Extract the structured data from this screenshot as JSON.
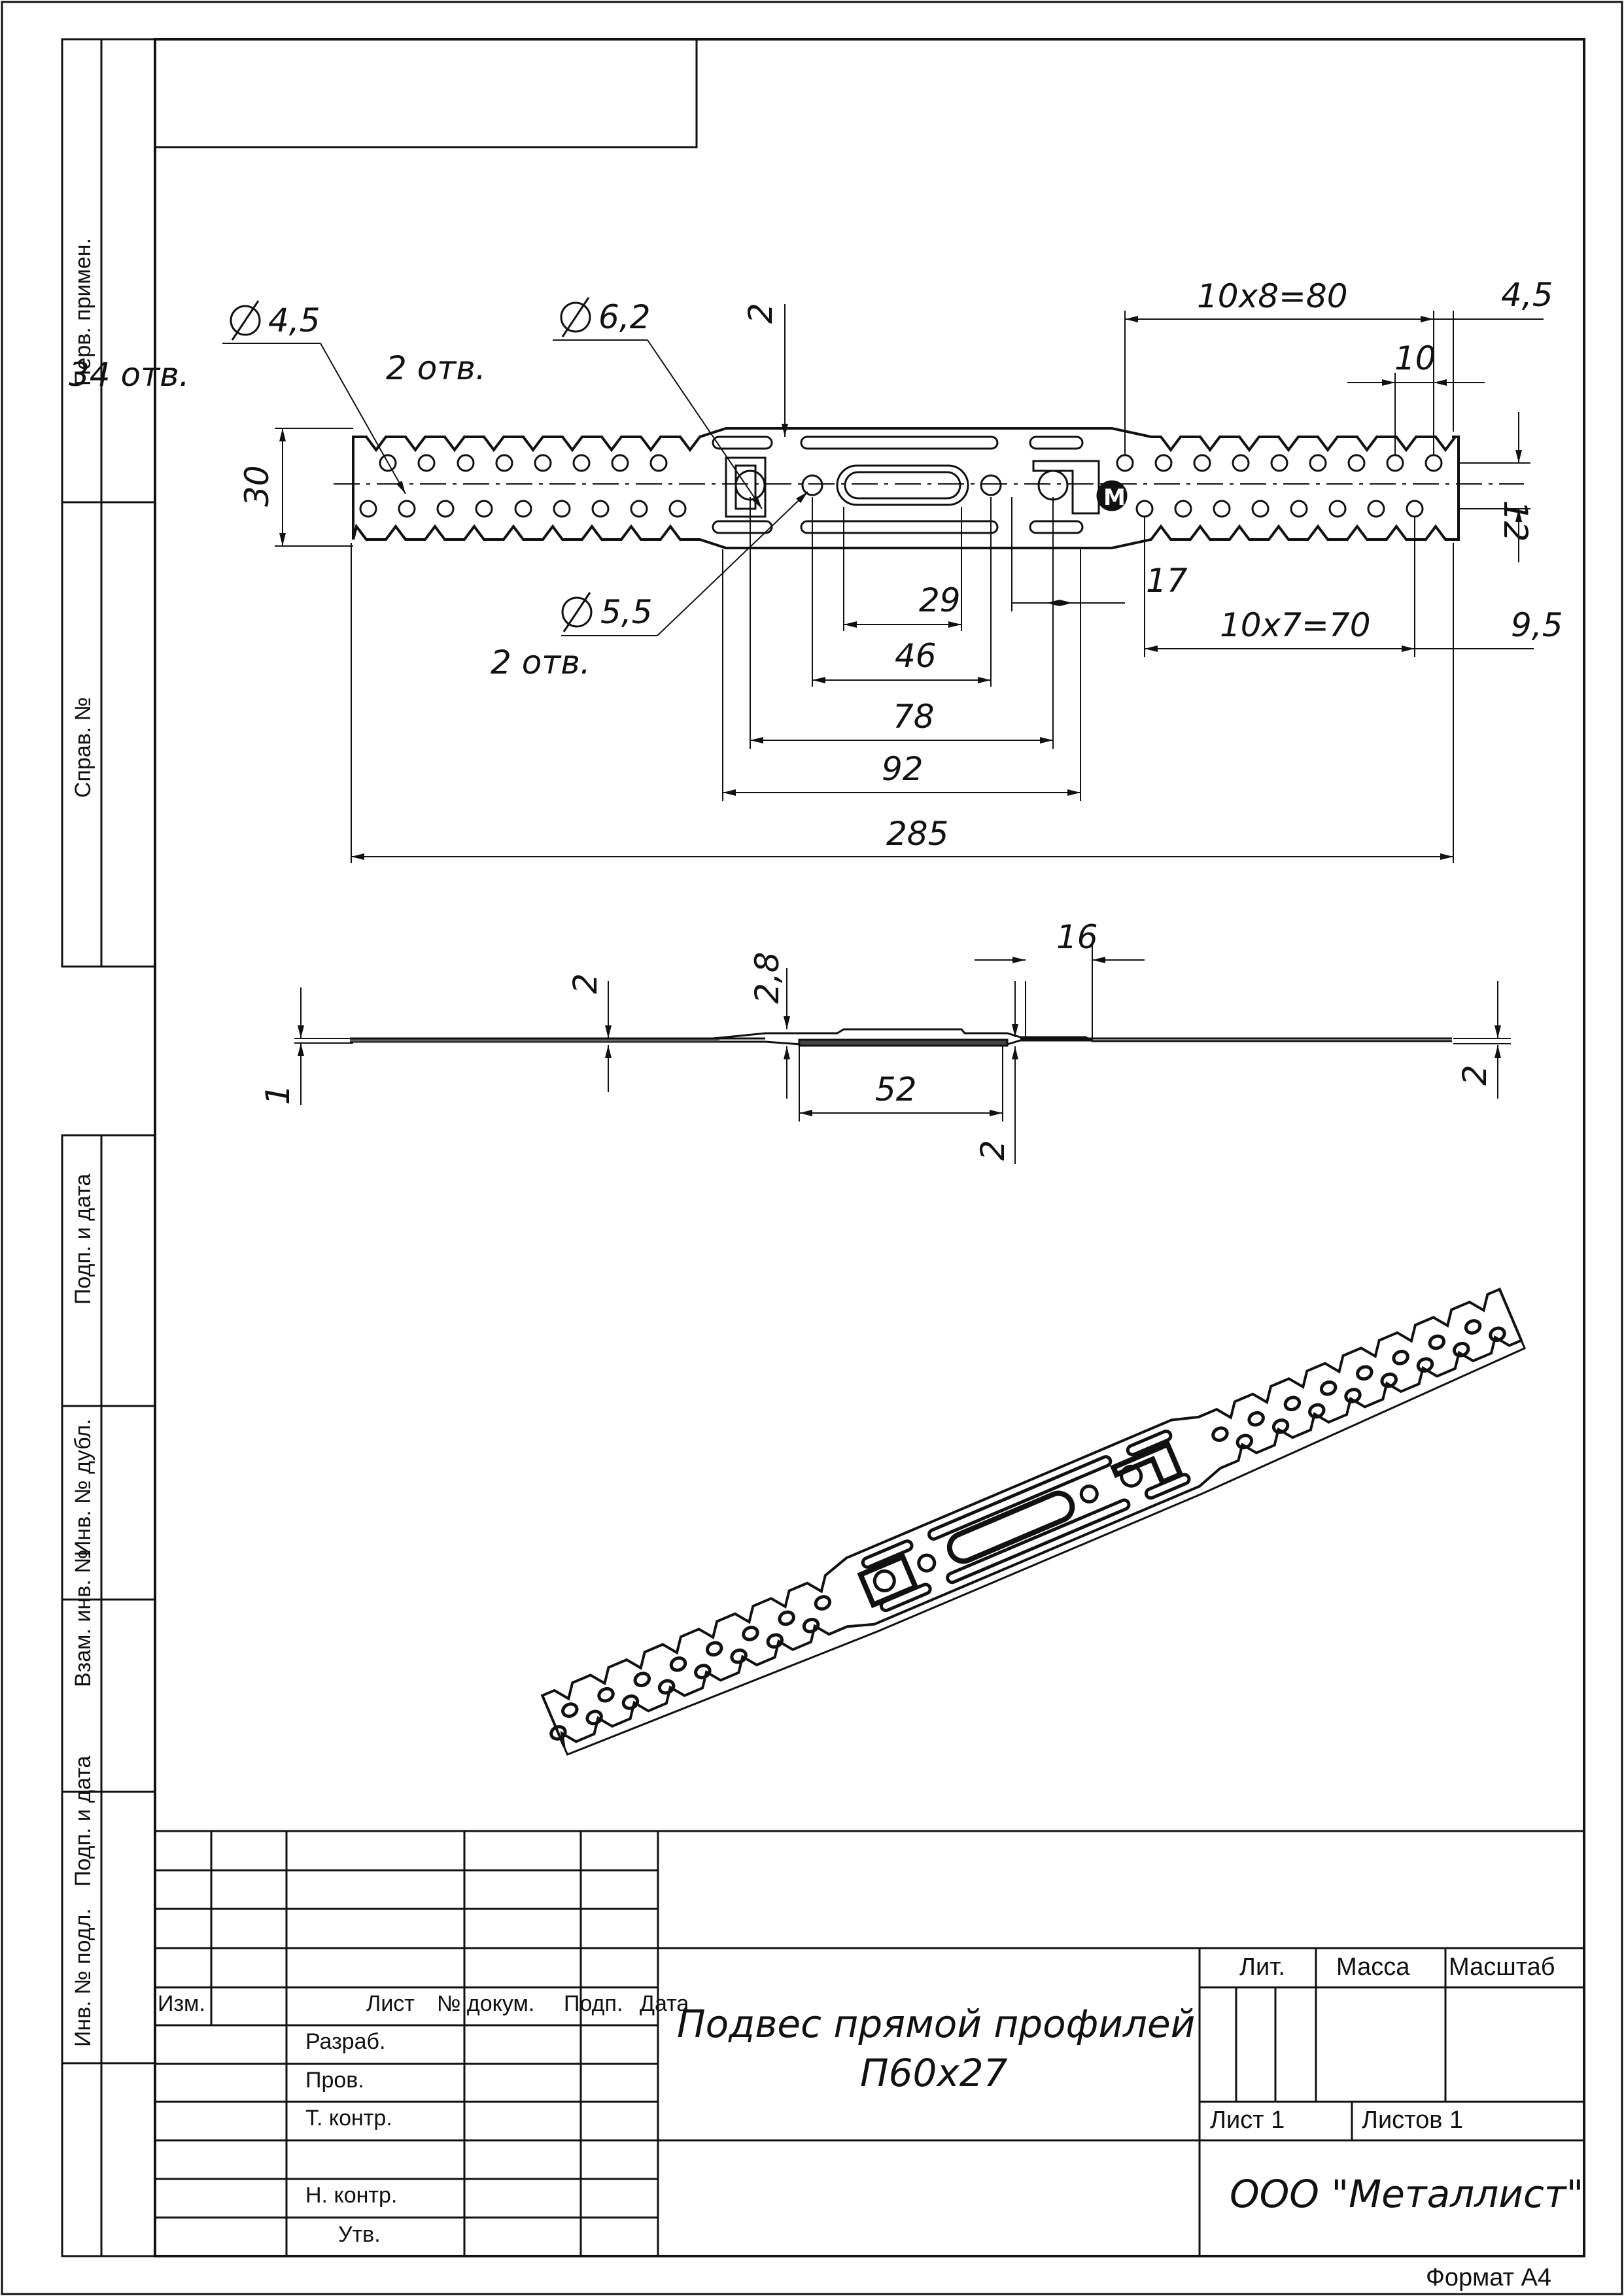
{
  "side_stamps": {
    "perv_primen": "Перв. примен.",
    "sprav_no": "Справ. №",
    "podp_data_1": "Подп. и дата",
    "inv_no_dubl": "Инв. № дубл.",
    "vzam_inv_no": "Взам. инв. №",
    "podp_data_2": "Подп. и дата",
    "inv_no_podl": "Инв. № подл."
  },
  "plan_view": {
    "hole_45": "4,5",
    "hole_45_count": "34 отв.",
    "hole_62": "6,2",
    "hole_62_count": "2 отв.",
    "hole_55": "5,5",
    "hole_55_count": "2 отв.",
    "dim_10x8": "10x8=80",
    "dim_45": "4,5",
    "dim_10": "10",
    "dim_2": "2",
    "dim_30": "30",
    "dim_12": "12",
    "dim_17": "17",
    "dim_10x7": "10x7=70",
    "dim_95": "9,5",
    "dim_29": "29",
    "dim_46": "46",
    "dim_78": "78",
    "dim_92": "92",
    "dim_285": "285",
    "mark": "M"
  },
  "side_view": {
    "dim_16": "16",
    "dim_28": "2,8",
    "dim_2a": "2",
    "dim_1": "1",
    "dim_52": "52",
    "dim_2b": "2",
    "dim_2c": "2"
  },
  "title_block": {
    "izm": "Изм.",
    "list": "Лист",
    "no_dokum": "№ докум.",
    "podp": "Подп.",
    "data": "Дата",
    "razrab": "Разраб.",
    "prov": "Пров.",
    "t_kontr": "Т. контр.",
    "n_kontr": "Н. контр.",
    "utv": "Утв.",
    "title_line1": "Подвес прямой профилей",
    "title_line2": "П60x27",
    "lit": "Лит.",
    "massa": "Масса",
    "masshtab": "Масштаб",
    "list_no": "Лист 1",
    "listov": "Листов 1",
    "company": "ООО \"Металлист\"",
    "format": "Формат А4"
  }
}
